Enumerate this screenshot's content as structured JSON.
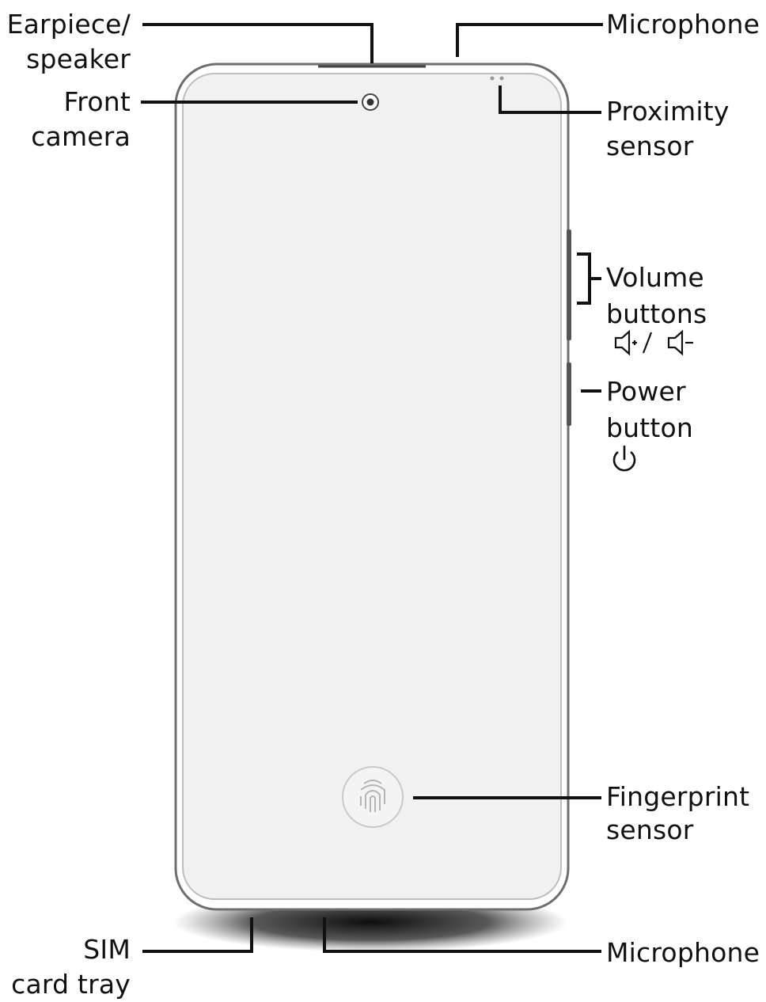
{
  "labels": {
    "earpiece": [
      "Earpiece/",
      "speaker"
    ],
    "front_camera": [
      "Front",
      "camera"
    ],
    "microphone_top": [
      "Microphone"
    ],
    "proximity": [
      "Proximity",
      "sensor"
    ],
    "volume": [
      "Volume",
      "buttons"
    ],
    "power": [
      "Power",
      "button"
    ],
    "fingerprint": [
      "Fingerprint",
      "sensor"
    ],
    "sim": [
      "SIM",
      "card tray"
    ],
    "microphone_bottom": [
      "Microphone"
    ]
  },
  "icons": {
    "volume": [
      "volume-up-icon",
      "volume-down-icon"
    ],
    "power": "power-icon",
    "fingerprint": "fingerprint-icon"
  },
  "colors": {
    "ink": "#111111",
    "phone_outline": "#6e6e6e",
    "screen": "#f1f1f1",
    "body": "#ffffff"
  }
}
